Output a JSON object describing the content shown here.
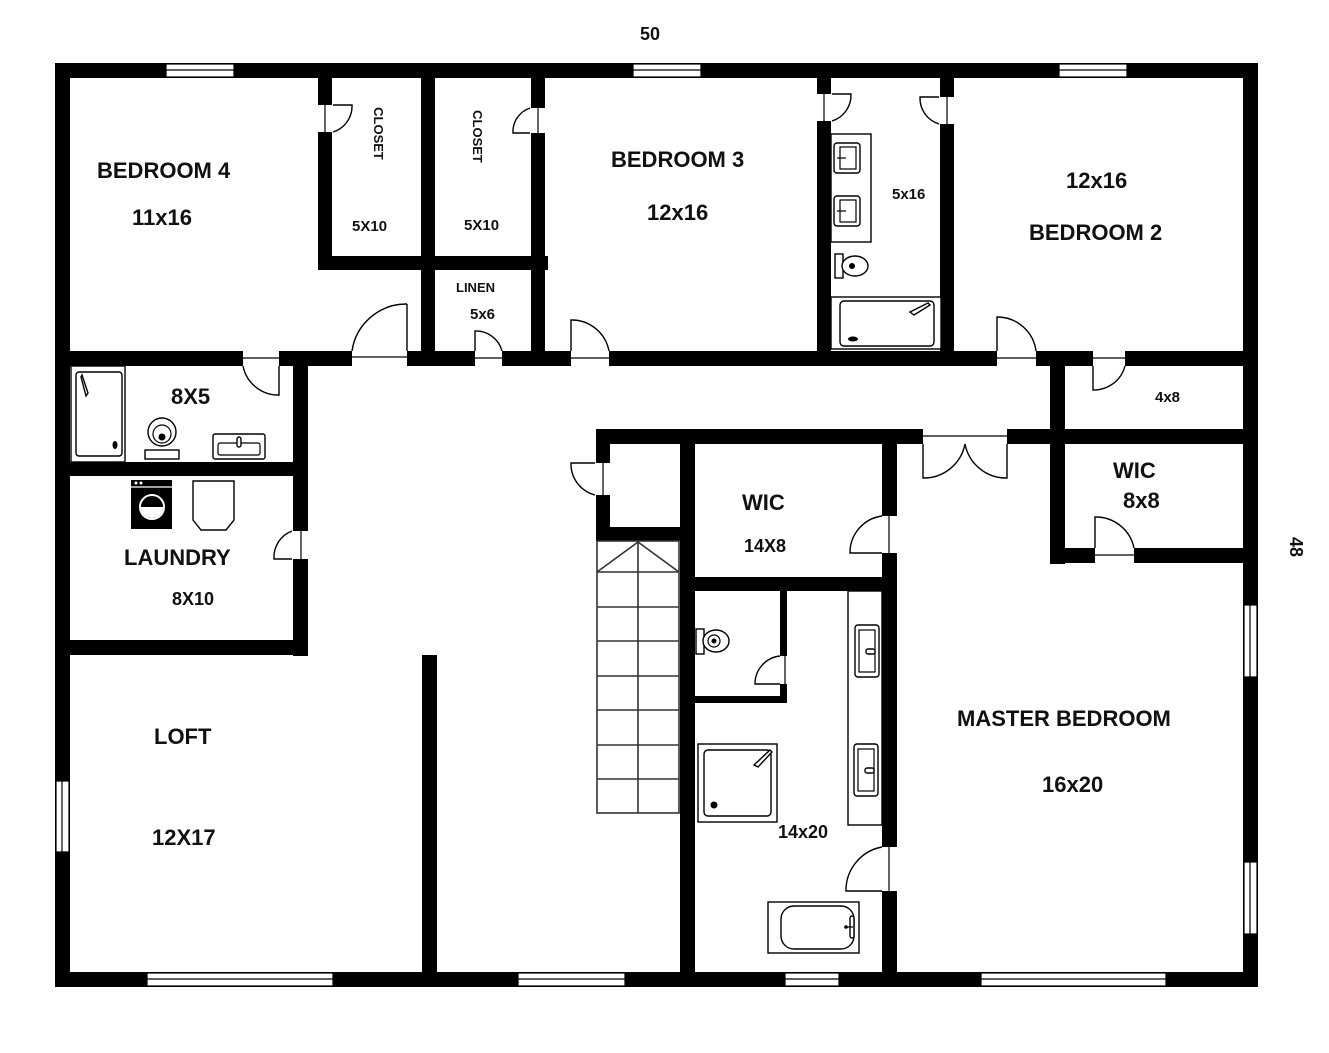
{
  "overall_dimensions": {
    "width_label": "50",
    "depth_label": "48"
  },
  "rooms": {
    "bedroom4": {
      "name": "BEDROOM 4",
      "size": "11x16"
    },
    "closet1": {
      "name": "CLOSET",
      "size": "5X10"
    },
    "closet2": {
      "name": "CLOSET",
      "size": "5X10"
    },
    "linen": {
      "name": "LINEN",
      "size": "5x6"
    },
    "bedroom3": {
      "name": "BEDROOM 3",
      "size": "12x16"
    },
    "jack_jill_bath": {
      "size": "5x16"
    },
    "bedroom2": {
      "name": "BEDROOM 2",
      "size": "12x16"
    },
    "hall_bath": {
      "size": "8X5"
    },
    "laundry": {
      "name": "LAUNDRY",
      "size": "8X10"
    },
    "loft": {
      "name": "LOFT",
      "size": "12X17"
    },
    "wic_master_bath": {
      "name": "WIC",
      "size": "14X8"
    },
    "master_bath": {
      "size": "14x20"
    },
    "storage": {
      "size": "4x8"
    },
    "wic_master": {
      "name": "WIC",
      "size": "8x8"
    },
    "master_bedroom": {
      "name": "MASTER BEDROOM",
      "size": "16x20"
    }
  },
  "icons": {
    "door": "door-swing",
    "double_door": "double-door-swing",
    "window": "window",
    "toilet": "toilet",
    "sink": "sink",
    "shower": "shower",
    "bathtub": "bathtub",
    "washer": "washing-machine",
    "dryer": "dryer",
    "stairs": "staircase"
  },
  "colors": {
    "wall": "#000000",
    "background": "#ffffff",
    "text": "#111111"
  }
}
